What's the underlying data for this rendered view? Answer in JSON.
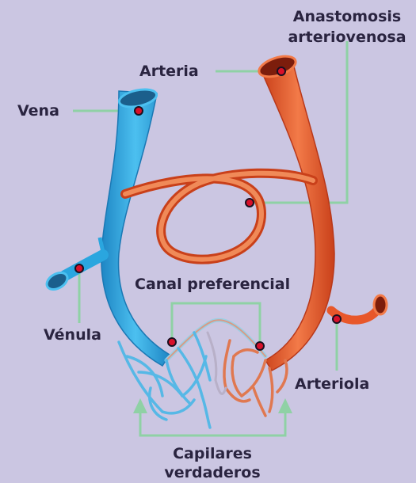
{
  "labels": {
    "anastomosis_line1": "Anastomosis",
    "anastomosis_line2": "arteriovenosa",
    "arteria": "Arteria",
    "vena": "Vena",
    "canal": "Canal preferencial",
    "venula": "Vénula",
    "arteriola": "Arteriola",
    "capilares_line1": "Capilares",
    "capilares_line2": "verdaderos"
  },
  "colors": {
    "background": "#cbc6e2",
    "artery": "#e8572a",
    "vein": "#2aa6df",
    "leader": "#8fd1a5",
    "marker": "#d8102a",
    "text": "#2a2440"
  }
}
